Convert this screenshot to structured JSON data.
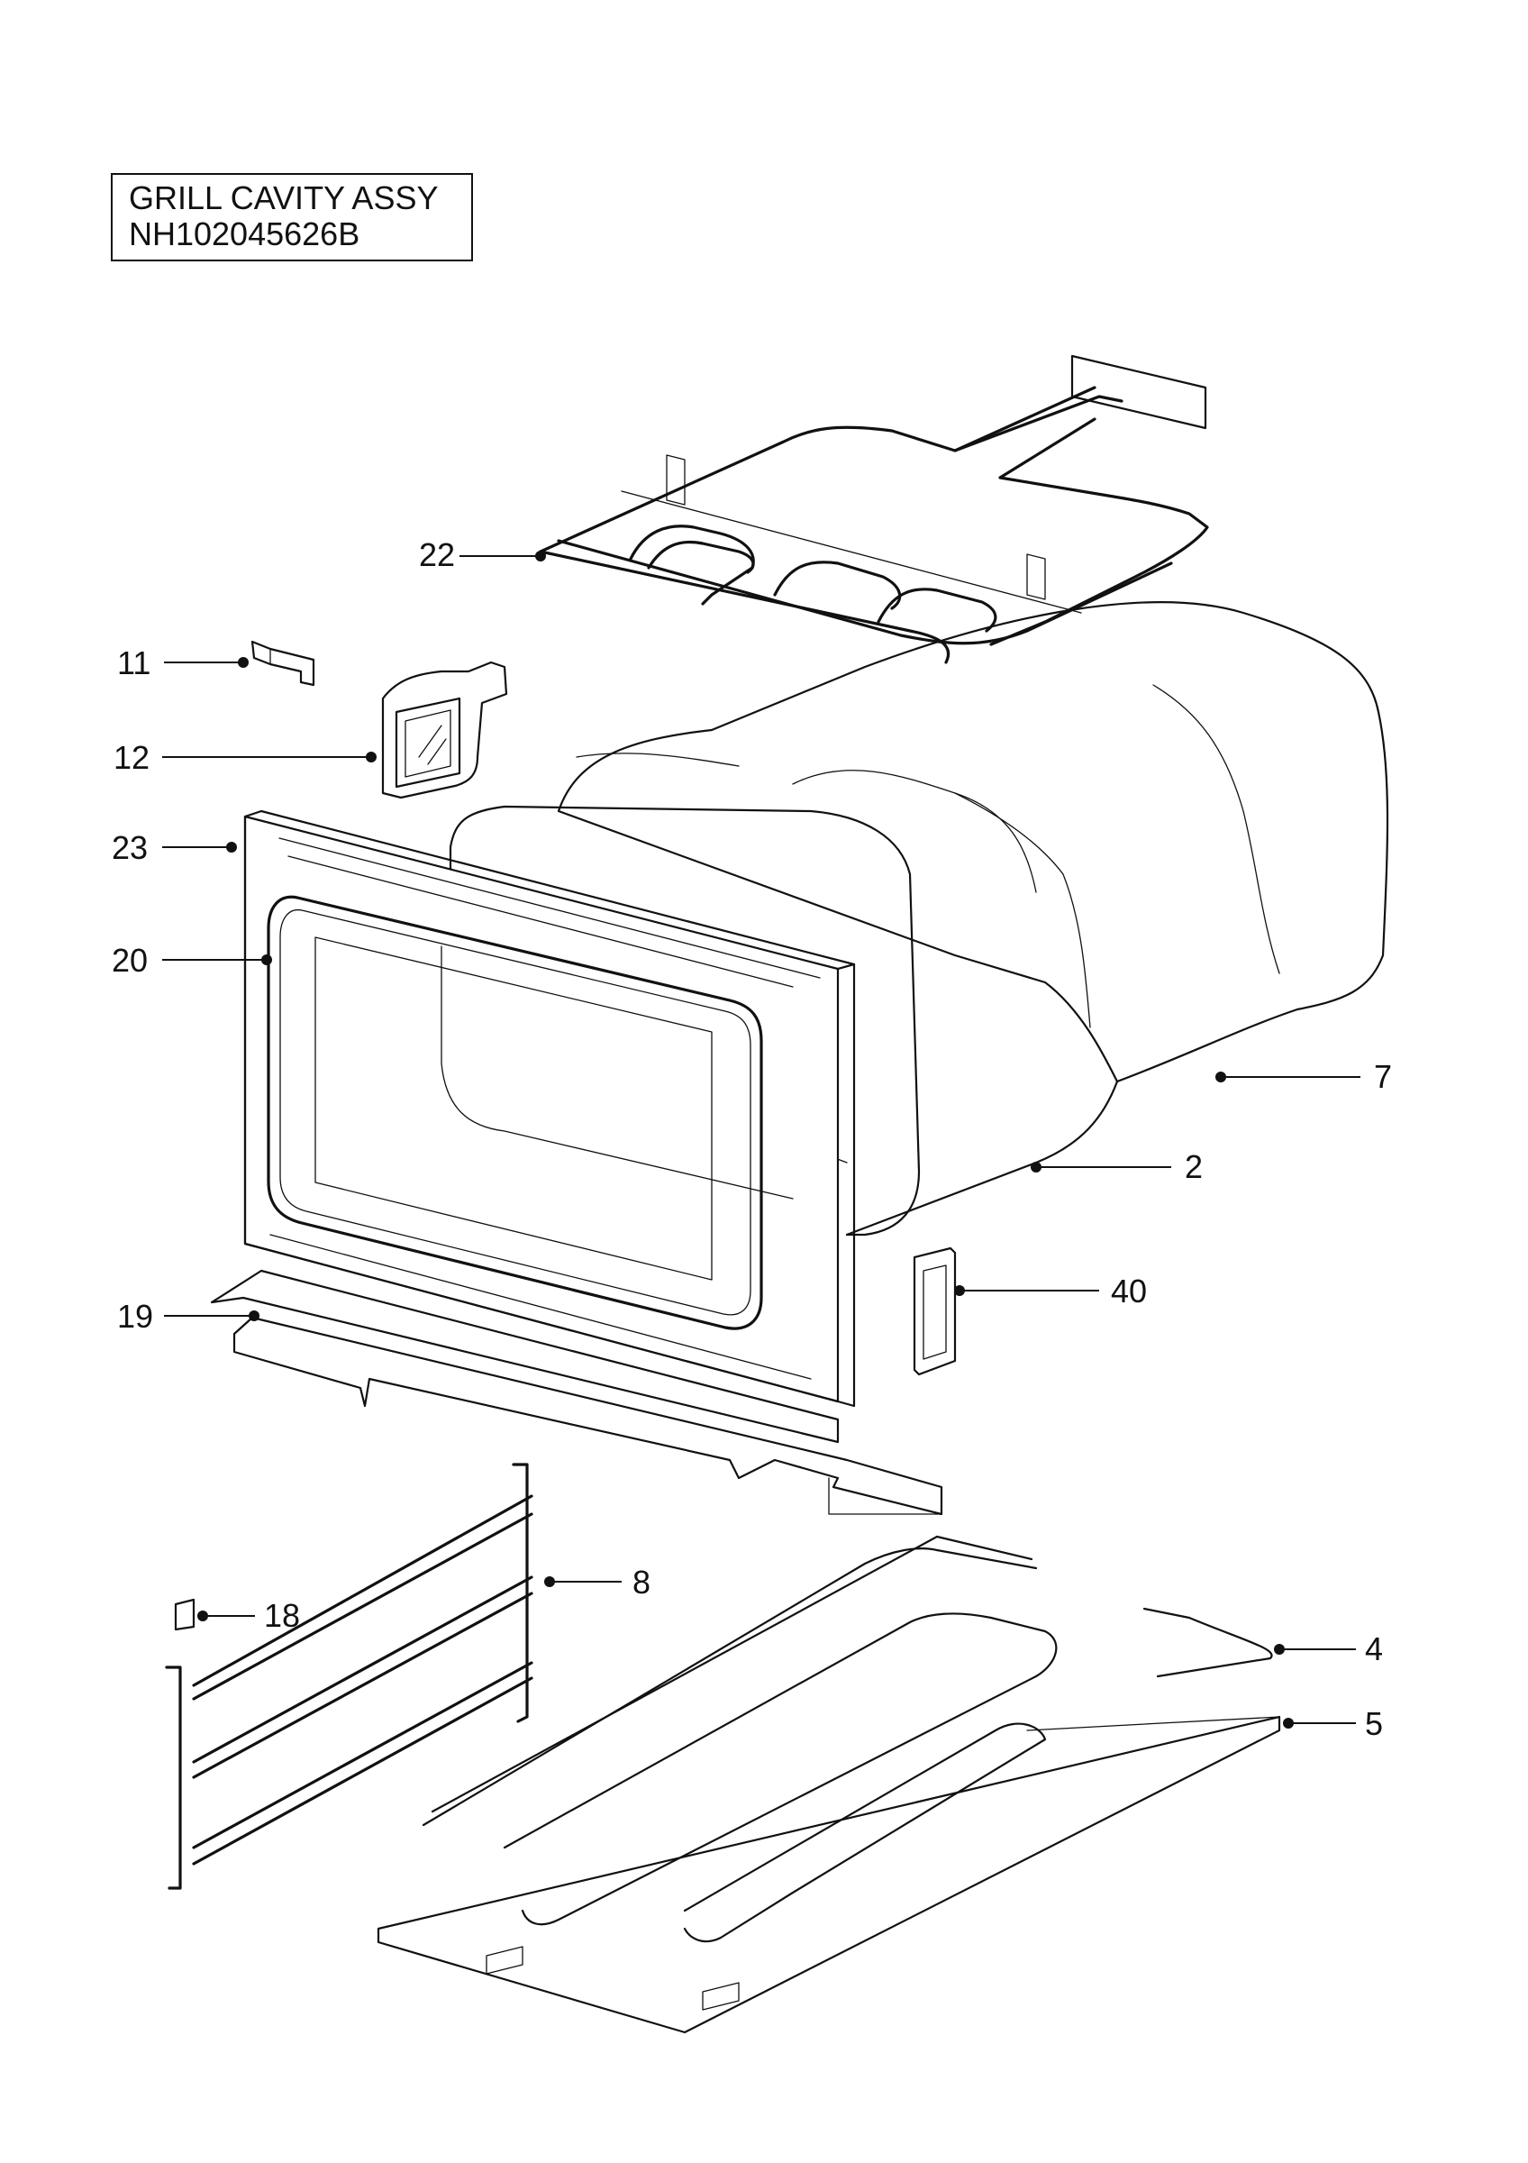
{
  "title": {
    "line1": "GRILL CAVITY ASSY",
    "line2": "NH102045626B"
  },
  "callouts": [
    {
      "id": "22",
      "label": "22"
    },
    {
      "id": "11",
      "label": "11"
    },
    {
      "id": "12",
      "label": "12"
    },
    {
      "id": "23",
      "label": "23"
    },
    {
      "id": "20",
      "label": "20"
    },
    {
      "id": "7",
      "label": "7"
    },
    {
      "id": "2",
      "label": "2"
    },
    {
      "id": "40",
      "label": "40"
    },
    {
      "id": "19",
      "label": "19"
    },
    {
      "id": "8",
      "label": "8"
    },
    {
      "id": "18",
      "label": "18"
    },
    {
      "id": "4",
      "label": "4"
    },
    {
      "id": "5",
      "label": "5"
    }
  ]
}
